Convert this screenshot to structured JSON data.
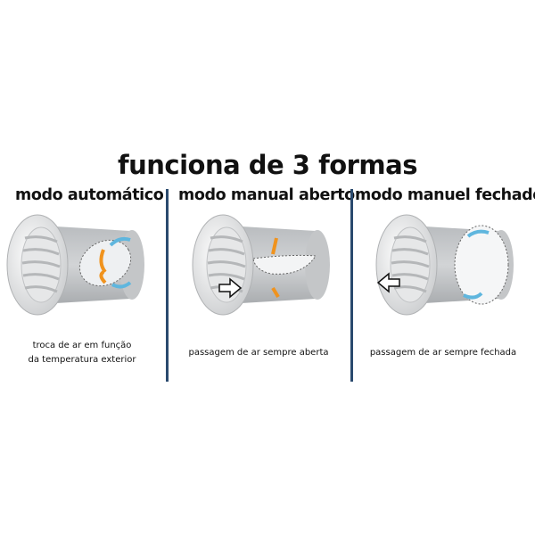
{
  "title": "funciona de 3 formas",
  "modes": [
    {
      "heading": "modo automático",
      "caption_lines": [
        "troca de ar em função",
        "da temperatura exterior"
      ]
    },
    {
      "heading": "modo manual aberto",
      "caption_lines": [
        "passagem de ar sempre aberta"
      ]
    },
    {
      "heading": "modo manuel fechado",
      "caption_lines": [
        "passagem de ar sempre fechada"
      ]
    }
  ],
  "colors": {
    "divider": "#2a4a6e",
    "arrow_orange": "#f0931e",
    "arrow_blue": "#5fb6de"
  }
}
